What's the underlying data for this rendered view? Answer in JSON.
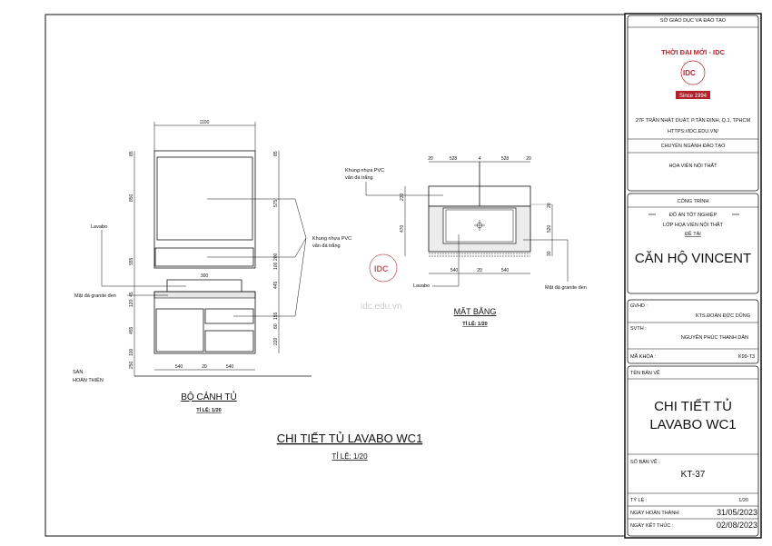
{
  "elevation": {
    "title": "BỘ CẢNH TỦ",
    "scale": "TỈ LỆ: 1/20",
    "floor_label": [
      "SÀN",
      "HOÀN THIỆN"
    ],
    "label_lavabo": "Lavabo",
    "label_granite": "Mặt đá granite đen",
    "label_pvc": [
      "Khung nhựa PVC",
      "vân đá trắng"
    ],
    "dims_top": [
      "1100",
      "300"
    ],
    "dims_left": [
      "85",
      "850",
      "555",
      "45",
      "120",
      "455",
      "100",
      "250"
    ],
    "dims_right": [
      "85",
      "575",
      "200",
      "100",
      "445",
      "155",
      "80",
      "220"
    ],
    "dims_bottom": [
      "540",
      "20",
      "540"
    ]
  },
  "plan": {
    "title": "MẶT BẰNG",
    "scale": "TỈ LỆ: 1/20",
    "label_pvc": [
      "Khung nhựa PVC",
      "vân đá trắng"
    ],
    "label_lavabo": "Lavabo",
    "label_granite": "Mặt đá granite đen",
    "dims_top": [
      "20",
      "528",
      "4",
      "528",
      "20"
    ],
    "dims_left": [
      "230",
      "470"
    ],
    "dims_right": [
      "20",
      "520",
      "30"
    ],
    "dims_bottom": [
      "540",
      "20",
      "540"
    ]
  },
  "watermark": {
    "logo": "IDC",
    "url": "idc.edu.vn"
  },
  "sheet": {
    "title": "CHI TIẾT TỦ LAVABO WC1",
    "scale": "TỈ LỆ: 1/20"
  },
  "title_block": {
    "department": "SỞ GIÁO DỤC VÀ ĐÀO TẠO",
    "brand": "THỜI ĐẠI MỚI - IDC",
    "logo": "IDC",
    "since": "Since 1994",
    "address": "27F TRẦN NHẬT DUẬT, P.TÂN ĐỊNH, Q.1, TPHCM",
    "website": "HTTPS://IDC.EDU.VN/",
    "major_label": "CHUYÊN NGÀNH ĐÀO TẠO",
    "major": "HỌA VIÊN NỘI THẤT",
    "project_label": "CÔNG TRÌNH",
    "project_type": "ĐỒ ÁN TỐT NGHIỆP",
    "class": "LỚP HỌA VIÊN NỘI THẤT",
    "topic_label": "ĐỀ TÀI",
    "project_name": "CĂN HỘ VINCENT",
    "instructor_label": "GVHD :",
    "instructor": "KTS.ĐOÀN ĐỨC DŨNG",
    "student_label": "SVTH :",
    "student": "NGUYỄN PHÚC THANH DÂN",
    "course_label": "MÃ KHÓA :",
    "course": "K99-T3",
    "drawing_name_label": "TÊN BẢN VẼ",
    "drawing_name": [
      "CHI TIẾT TỦ",
      "LAVABO WC1"
    ],
    "drawing_no_label": "SỐ BẢN VẼ :",
    "drawing_no": "KT-37",
    "scale_label": "TỶ LỆ :",
    "scale": "1/20",
    "completed_label": "NGÀY HOÀN THÀNH:",
    "completed": "31/05/2023",
    "end_label": "NGÀY KẾT THÚC :",
    "end": "02/08/2023"
  },
  "colors": {
    "brand_red": "#b3212b"
  }
}
